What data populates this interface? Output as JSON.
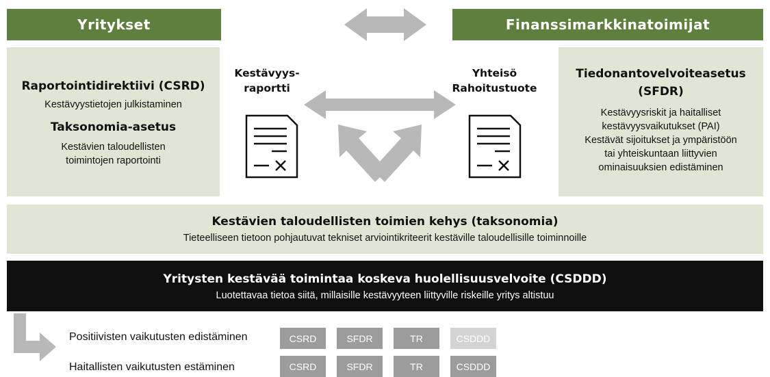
{
  "header": {
    "left": "Yritykset",
    "right": "Finanssimarkkinatoimijat"
  },
  "left_panel": {
    "title1": "Raportointidirektiivi (CSRD)",
    "text1": "Kestävyystietojen julkistaminen",
    "title2": "Taksonomia-asetus",
    "text2_lines": [
      "Kestävien taloudellisten",
      "toimintojen raportointi"
    ]
  },
  "middle": {
    "doc_left_lines": [
      "Kestävyys-",
      "raportti"
    ],
    "doc_right_lines": [
      "Yhteisö",
      "Rahoitustuote"
    ],
    "doc_icon": "document-sign-icon"
  },
  "right_panel": {
    "title_lines": [
      "Tiedonantovelvoiteasetus",
      "(SFDR)"
    ],
    "text_lines": [
      "Kestävyysriskit ja haitalliset",
      "kestävyysvaikutukset (PAI)",
      "Kestävät sijoitukset ja ympäristöön",
      "tai yhteiskuntaan liittyvien",
      "ominaisuuksien edistäminen"
    ]
  },
  "taxonomy_bar": {
    "title": "Kestävien taloudellisten toimien kehys (taksonomia)",
    "text": "Tieteelliseen tietoon pohjautuvat tekniset arviointikriteerit kestäville taloudellisille toiminnoille"
  },
  "csddd_bar": {
    "title": "Yritysten kestävää toimintaa koskeva huolellisuusvelvoite (CSDDD)",
    "text": "Luotettavaa tietoa siitä, millaisille kestävyyteen liittyville riskeille yritys altistuu"
  },
  "legend_rows": [
    {
      "label": "Positiivisten vaikutusten edistäminen",
      "pills": [
        {
          "text": "CSRD",
          "active": true
        },
        {
          "text": "SFDR",
          "active": true
        },
        {
          "text": "TR",
          "active": true
        },
        {
          "text": "CSDDD",
          "active": false
        }
      ]
    },
    {
      "label": "Haitallisten vaikutusten estäminen",
      "pills": [
        {
          "text": "CSRD",
          "active": true
        },
        {
          "text": "SFDR",
          "active": true
        },
        {
          "text": "TR",
          "active": true
        },
        {
          "text": "CSDDD",
          "active": true
        }
      ]
    }
  ],
  "colors": {
    "header_green": "#5e7f3d",
    "panel_green": "#dfe6d3",
    "arrow_gray": "#b8b8b8",
    "pill_active": "#9c9c9c",
    "pill_inactive": "#d4d4d4",
    "dark_bar": "#0f0f0f"
  }
}
